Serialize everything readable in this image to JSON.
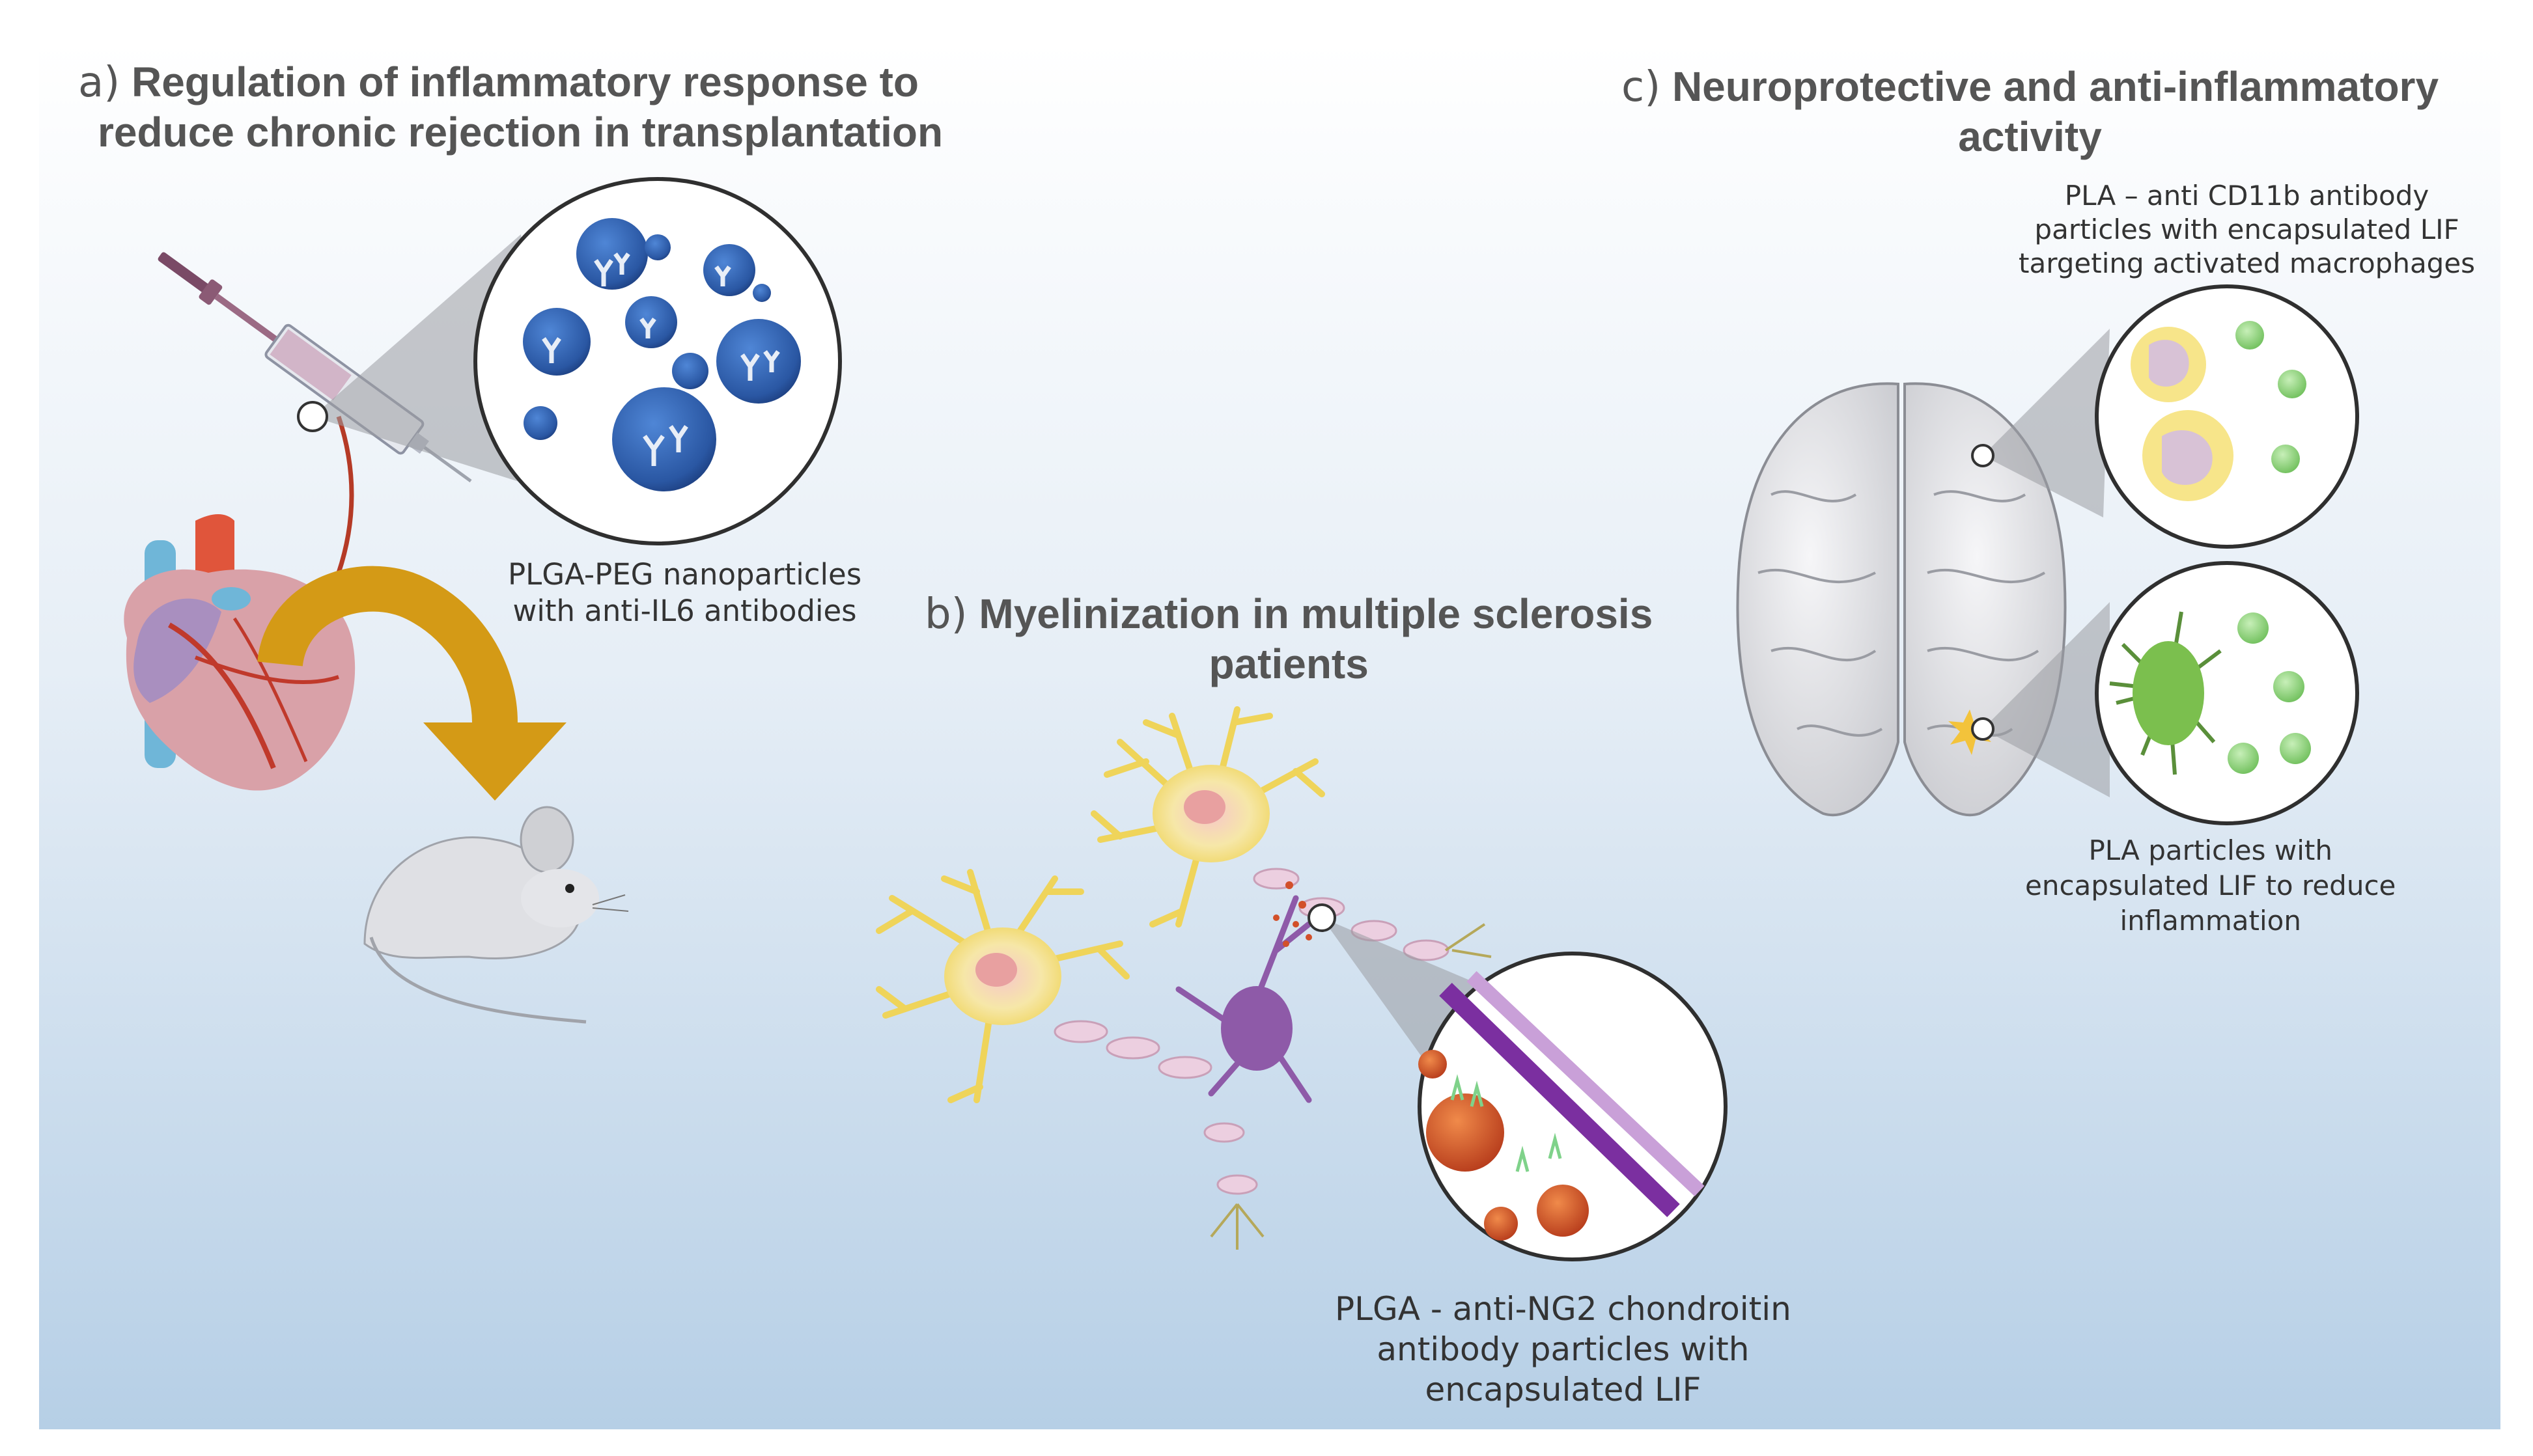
{
  "panels": [
    {
      "id": "a",
      "prefix": "a)",
      "title_lines": [
        "Regulation of inflammatory response to",
        "reduce chronic rejection in transplantation"
      ],
      "caption_lines": [
        "PLGA-PEG nanoparticles",
        "with anti-IL6 antibodies"
      ]
    },
    {
      "id": "b",
      "prefix": "b)",
      "title_lines": [
        "Myelinization in multiple sclerosis",
        "patients"
      ],
      "caption_lines": [
        "PLGA - anti-NG2 chondroitin",
        "antibody particles with",
        "encapsulated LIF"
      ]
    },
    {
      "id": "c",
      "prefix": "c)",
      "title_lines": [
        "Neuroprotective and anti-inflammatory",
        "activity"
      ],
      "caption_top_lines": [
        "PLA – anti CD11b antibody",
        "particles with encapsulated LIF",
        "targeting activated macrophages"
      ],
      "caption_bottom_lines": [
        "PLA particles with",
        "encapsulated LIF to reduce",
        "inflammation"
      ]
    }
  ],
  "colors": {
    "background_top": "#ffffff",
    "background_bottom": "#b6cfe6",
    "nanoparticle_blue": "#2f5fae",
    "arrow_gold": "#d49a16",
    "neuron_yellow": "#f3e27a",
    "oligodendrocyte_purple": "#8e5aa8",
    "particle_orange": "#d2502a",
    "myelin_purple": "#7b2fa0",
    "macrophage_particle_green": "#8fcf7a",
    "microglia_green": "#7bbf4e"
  },
  "icons": [
    "syringe-icon",
    "heart-icon",
    "mouse-icon",
    "brain-icon",
    "neuron-icon",
    "oligodendrocyte-icon",
    "macrophage-icon",
    "microglia-icon",
    "nanoparticle-icon",
    "antibody-icon",
    "inflammation-spark-icon"
  ]
}
